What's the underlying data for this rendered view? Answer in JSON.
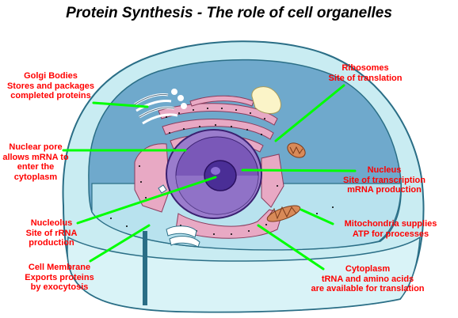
{
  "title": "Protein Synthesis - The role of cell organelles",
  "labels": {
    "golgi": [
      "Golgi Bodies",
      "Stores and packages",
      "completed proteins"
    ],
    "ribosomes": [
      "Ribosomes",
      "Site of translation"
    ],
    "nuclear_pore": [
      "Nuclear pore",
      "allows mRNA to",
      "enter the",
      "cytoplasm"
    ],
    "nucleus": [
      "Nucleus",
      "Site of transcription",
      "mRNA production"
    ],
    "nucleolus": [
      "Nucleolus",
      "Site of rRNA",
      "production"
    ],
    "mitochondria": [
      "Mitochondria supplies",
      "ATP for processes"
    ],
    "cell_membrane": [
      "Cell Membrane",
      "Exports proteins",
      "by exocytosis"
    ],
    "cytoplasm": [
      "Cytoplasm",
      "tRNA and amino acids",
      "are available for translation"
    ]
  },
  "colors": {
    "label_text": "#ff0000",
    "leader_lines": "#00ff00",
    "cytoplasm": "#6fa9cc",
    "membrane": "#c9ecf2",
    "nucleus": "#7a58b8",
    "nucleolus": "#4a2e96",
    "er": "#e8a9c4"
  }
}
